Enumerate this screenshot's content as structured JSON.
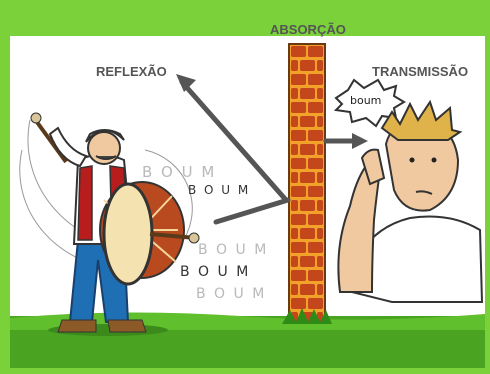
{
  "labels": {
    "absorption": "ABSORÇÃO",
    "reflection": "REFLEXÃO",
    "transmission": "TRANSMISSÃO"
  },
  "sounds": {
    "boum_faint_1": "B O U M",
    "boum_bold_1": "B O U M",
    "boum_faint_2": "B O U M",
    "boum_bold_2": "B O U M",
    "boum_faint_3": "B O U M",
    "speech": "boum"
  },
  "colors": {
    "border_green": "#7bd13a",
    "grass_green": "#4aa321",
    "brick": "#c4461b",
    "mortar": "#f2a12b",
    "arrow": "#555555"
  }
}
